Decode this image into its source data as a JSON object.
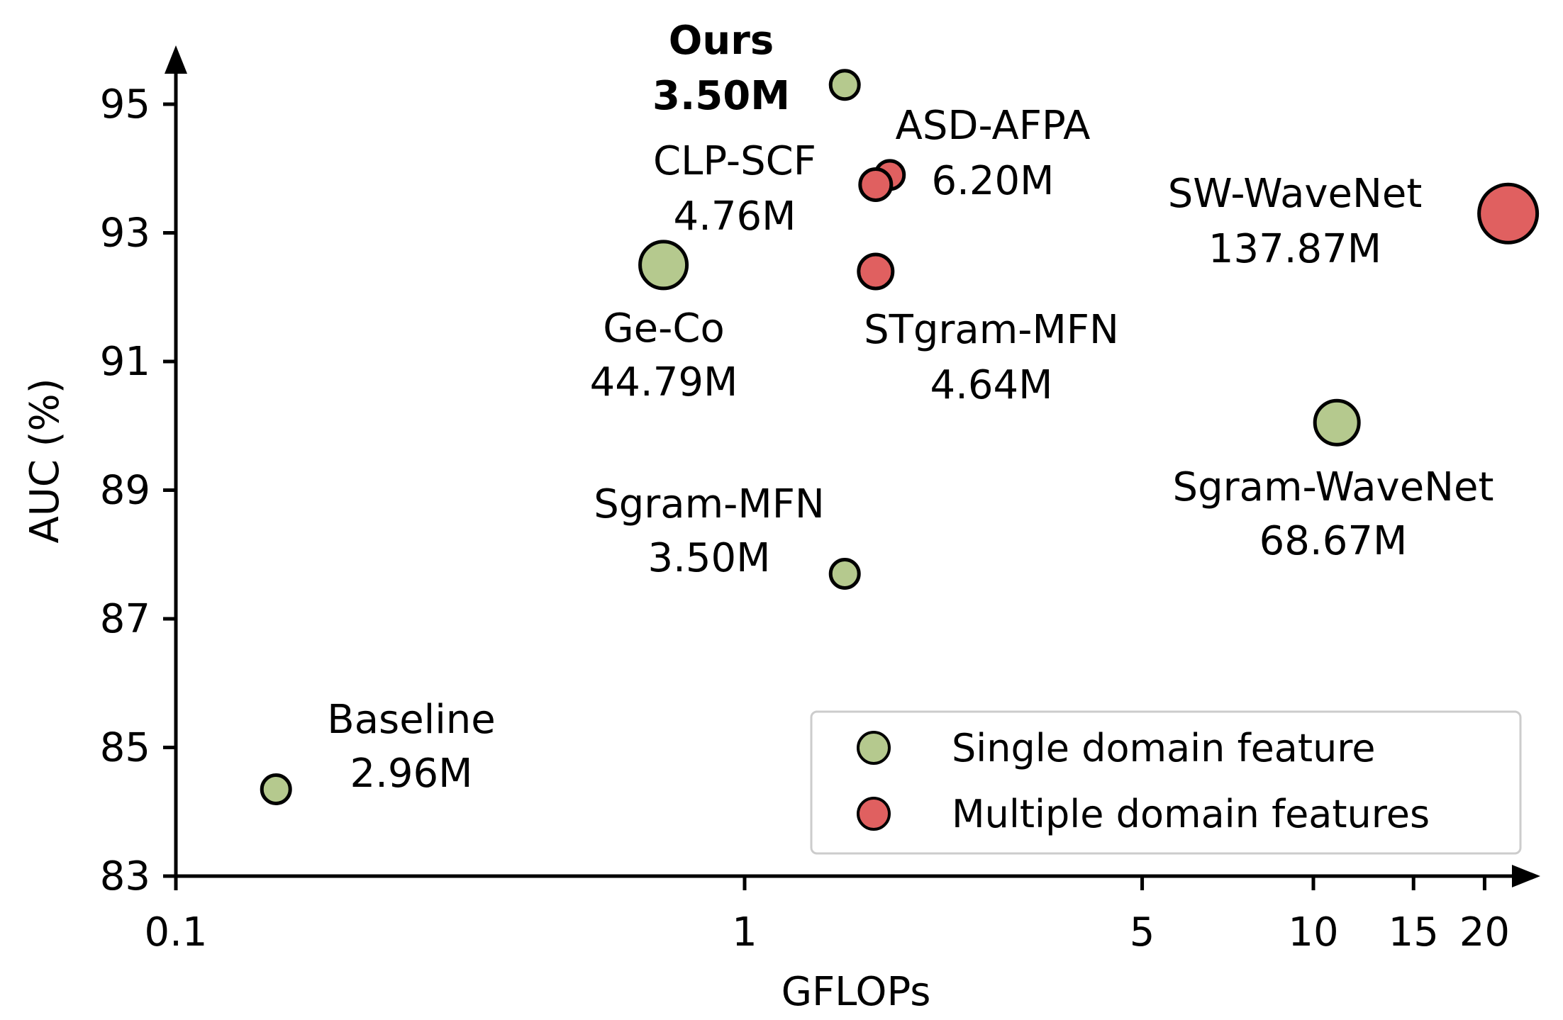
{
  "chart_data": {
    "type": "scatter",
    "xlabel": "GFLOPs",
    "ylabel": "AUC (%)",
    "x_scale": "log",
    "xlim": [
      0.1,
      28
    ],
    "ylim": [
      83,
      96
    ],
    "x_ticks": [
      {
        "value": 0.1,
        "label": "0.1"
      },
      {
        "value": 1,
        "label": "1"
      },
      {
        "value": 5,
        "label": "5"
      },
      {
        "value": 10,
        "label": "10"
      },
      {
        "value": 15,
        "label": "15"
      },
      {
        "value": 20,
        "label": "20"
      }
    ],
    "y_ticks": [
      {
        "value": 83,
        "label": "83"
      },
      {
        "value": 85,
        "label": "85"
      },
      {
        "value": 87,
        "label": "87"
      },
      {
        "value": 89,
        "label": "89"
      },
      {
        "value": 91,
        "label": "91"
      },
      {
        "value": 93,
        "label": "93"
      },
      {
        "value": 95,
        "label": "95"
      }
    ],
    "legend_position": "bottom-right",
    "series": [
      {
        "name": "Single domain feature",
        "color": "#b5c98e",
        "points": [
          {
            "name": "Ours",
            "params": "3.50M",
            "x": 1.5,
            "y": 95.3,
            "bold": true
          },
          {
            "name": "Ge-Co",
            "params": "44.79M",
            "x": 0.72,
            "y": 92.5
          },
          {
            "name": "Sgram-WaveNet",
            "params": "68.67M",
            "x": 11.0,
            "y": 90.05
          },
          {
            "name": "Sgram-MFN",
            "params": "3.50M",
            "x": 1.5,
            "y": 87.7
          },
          {
            "name": "Baseline",
            "params": "2.96M",
            "x": 0.15,
            "y": 84.35
          }
        ]
      },
      {
        "name": "Multiple domain features",
        "color": "#e06060",
        "points": [
          {
            "name": "ASD-AFPA",
            "params": "6.20M",
            "x": 1.8,
            "y": 93.9
          },
          {
            "name": "CLP-SCF",
            "params": "4.76M",
            "x": 1.7,
            "y": 93.75
          },
          {
            "name": "STgram-MFN",
            "params": "4.64M",
            "x": 1.7,
            "y": 92.4
          },
          {
            "name": "SW-WaveNet",
            "params": "137.87M",
            "x": 22.0,
            "y": 93.3
          }
        ]
      }
    ]
  }
}
